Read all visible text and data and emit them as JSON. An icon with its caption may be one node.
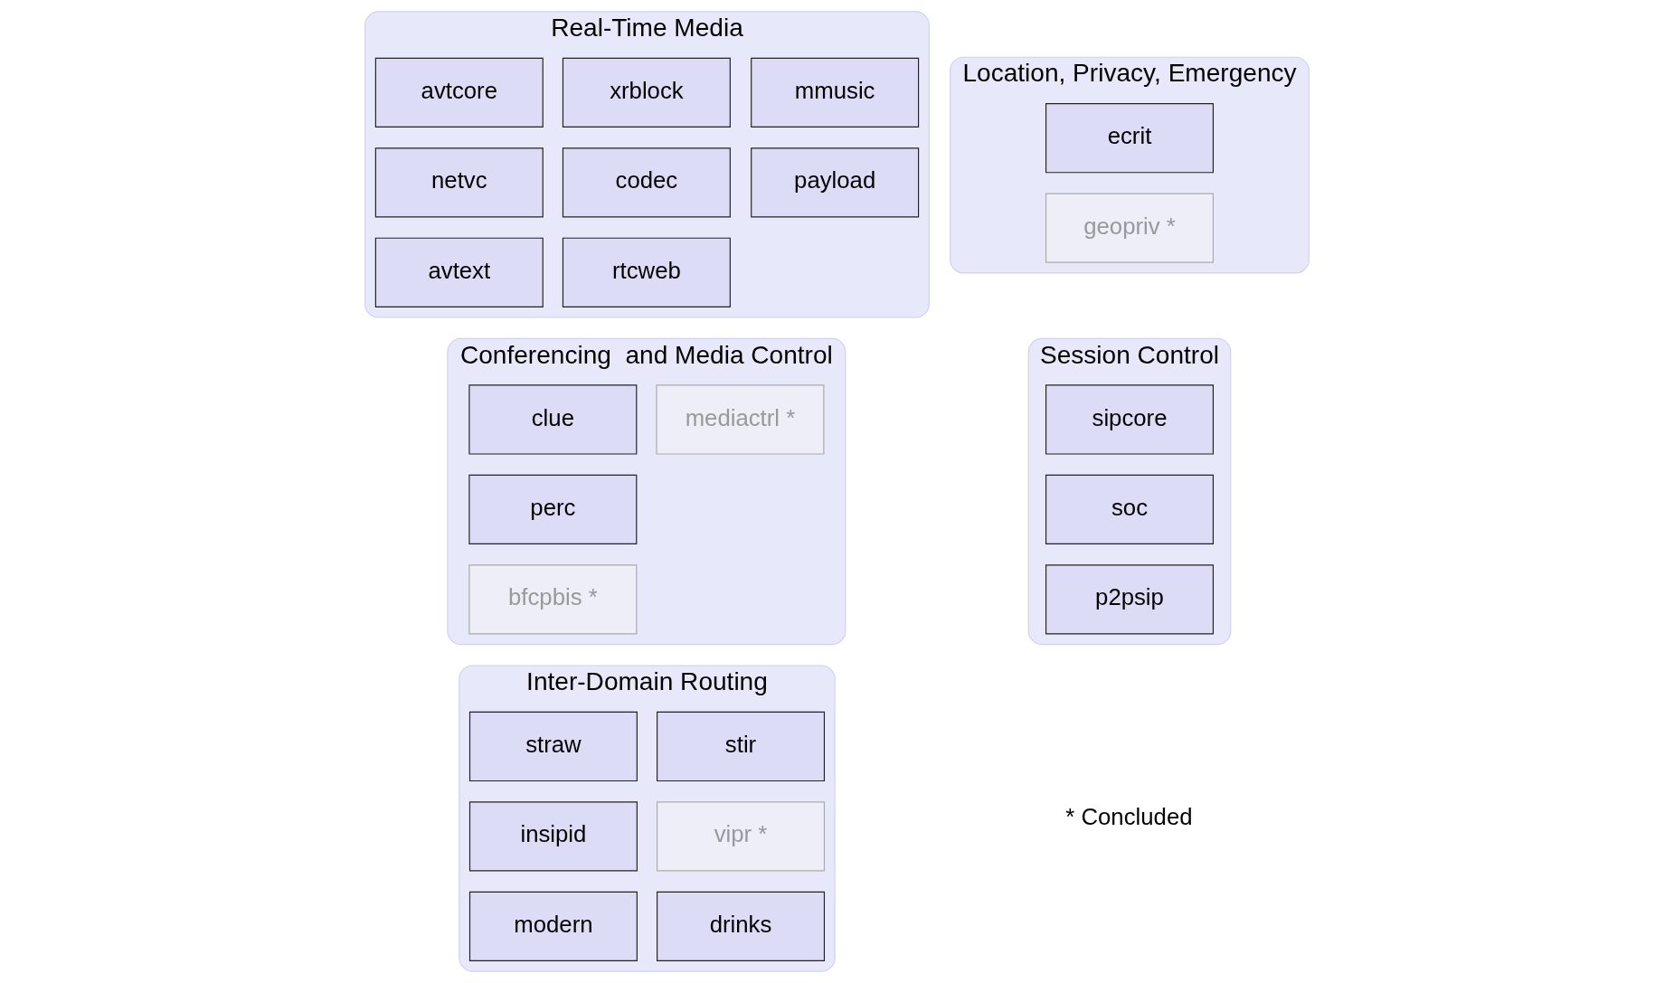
{
  "diagram": {
    "nodes": [
      {
        "text": [
          "Real-Time Media"
        ]
      },
      {
        "text": [
          "avtcore"
        ],
        "in": 0
      },
      {
        "text": [
          "netvc"
        ],
        "in": 0
      },
      {
        "text": [
          "avtext"
        ],
        "in": 0
      },
      {
        "text": [
          "xrblock"
        ],
        "in": 0
      },
      {
        "text": [
          "codec"
        ],
        "in": 0
      },
      {
        "text": [
          "rtcweb"
        ],
        "in": 0
      },
      {
        "text": [
          "mmusic"
        ],
        "in": 0
      },
      {
        "text": [
          "payload"
        ],
        "in": 0
      },
      {
        "text": [
          "Session Control"
        ]
      },
      {
        "text": [
          "sipcore"
        ],
        "in": 9
      },
      {
        "text": [
          "soc"
        ],
        "in": 9
      },
      {
        "text": [
          "p2psip"
        ],
        "in": 9
      },
      {
        "text": [
          "Location, Privacy, Emergency"
        ]
      },
      {
        "text": [
          "ecrit"
        ],
        "in": 13
      },
      {
        "text": [
          "geopriv *"
        ],
        "in": 13
      },
      {
        "text": [
          "Conferencing  and Media Control"
        ]
      },
      {
        "text": [
          "clue"
        ],
        "in": 16
      },
      {
        "text": [
          "perc"
        ],
        "in": 16
      },
      {
        "text": [
          "bfcpbis *"
        ],
        "in": 16
      },
      {
        "text": [
          "mediactrl *"
        ],
        "in": 16
      },
      {
        "text": [
          "Inter-Domain Routing"
        ]
      },
      {
        "text": [
          "straw"
        ],
        "in": 21
      },
      {
        "text": [
          "insipid"
        ],
        "in": 21
      },
      {
        "text": [
          "modern"
        ],
        "in": 21
      },
      {
        "text": [
          "stir"
        ],
        "in": 21
      },
      {
        "text": [
          "vipr *"
        ],
        "in": 21
      },
      {
        "text": [
          "drinks"
        ],
        "in": 21
      }
    ],
    "labels": [
      "* Concluded"
    ]
  }
}
